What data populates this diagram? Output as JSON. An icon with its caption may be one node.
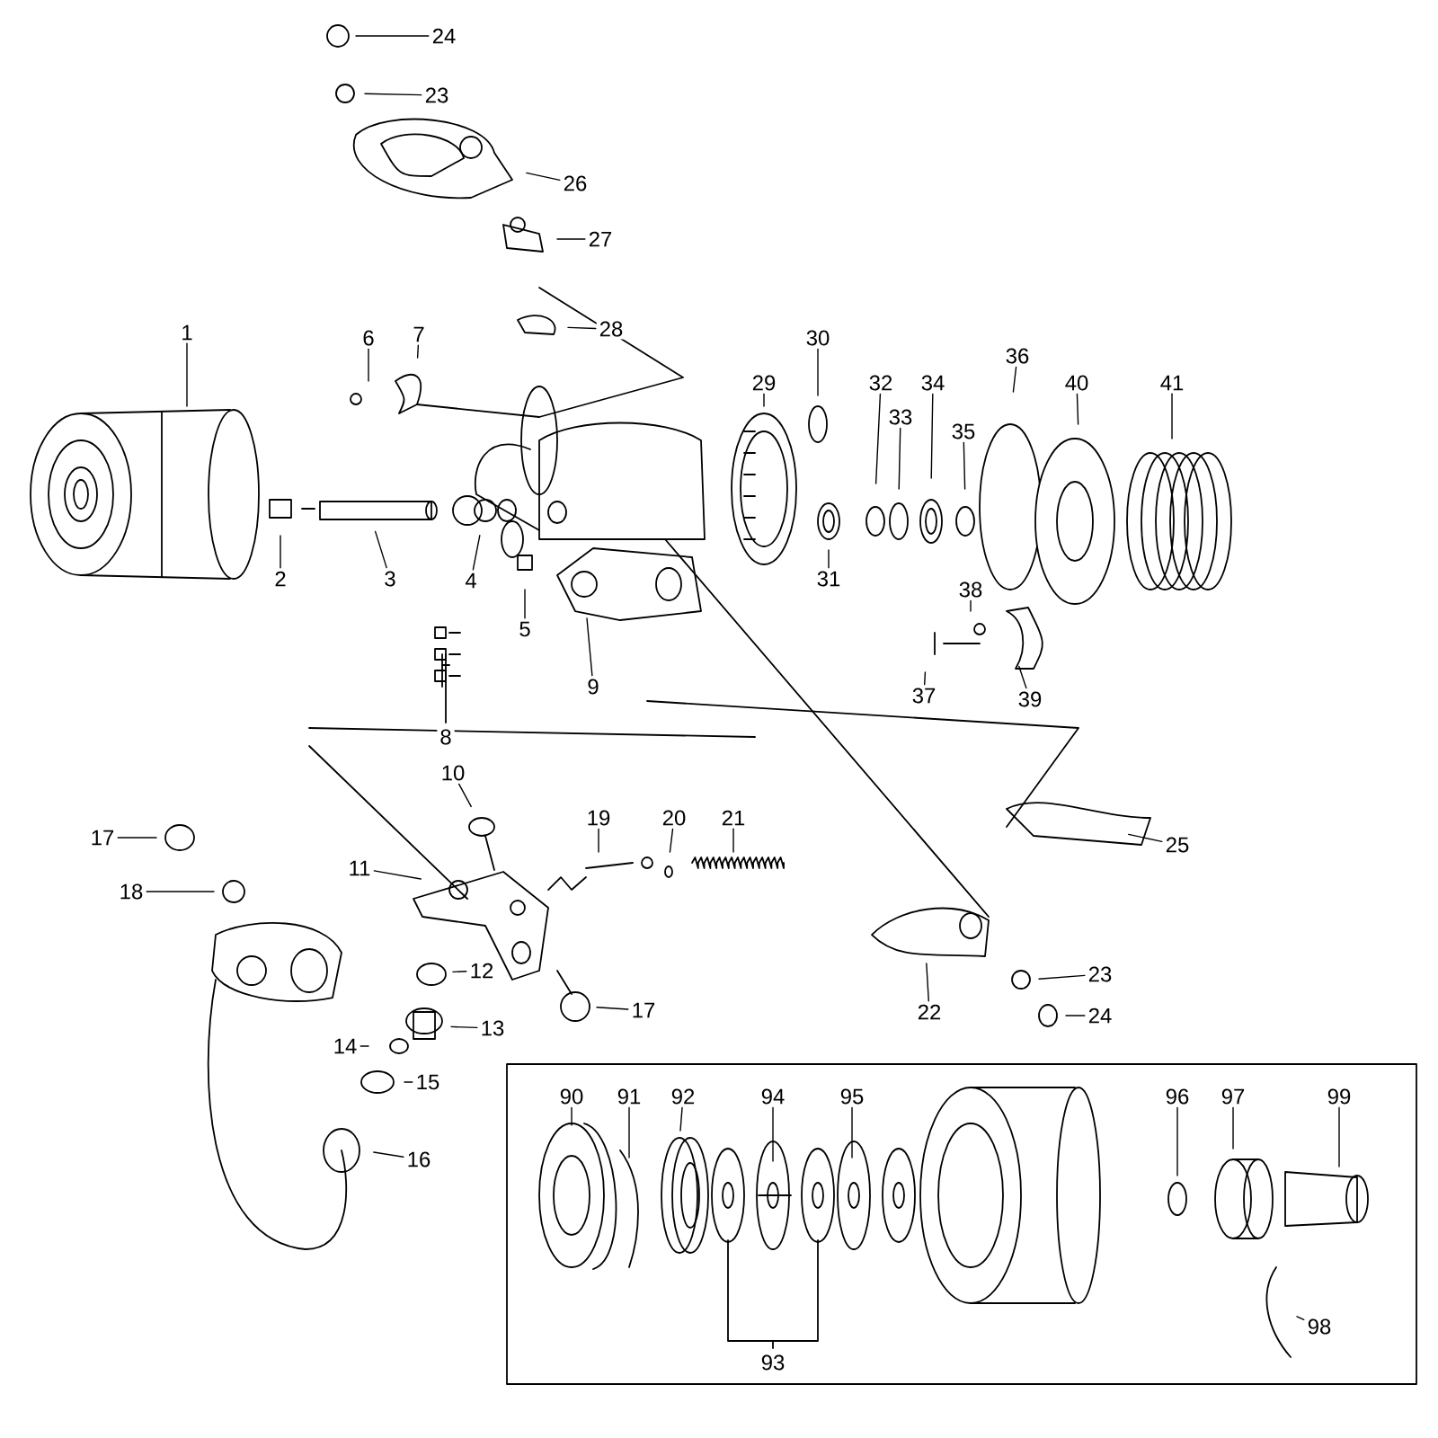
{
  "diagram": {
    "nodes": [
      {
        "text": [
          "24"
        ]
      },
      {
        "text": [
          "23"
        ]
      },
      {
        "text": [
          "26"
        ]
      },
      {
        "text": [
          "27"
        ]
      },
      {
        "text": [
          "28"
        ]
      },
      {
        "text": [
          "1"
        ]
      },
      {
        "text": [
          "6"
        ]
      },
      {
        "text": [
          "7"
        ]
      },
      {
        "text": [
          "30"
        ]
      },
      {
        "text": [
          "29"
        ]
      },
      {
        "text": [
          "32"
        ]
      },
      {
        "text": [
          "33"
        ]
      },
      {
        "text": [
          "34"
        ]
      },
      {
        "text": [
          "35"
        ]
      },
      {
        "text": [
          "36"
        ]
      },
      {
        "text": [
          "40"
        ]
      },
      {
        "text": [
          "41"
        ]
      },
      {
        "text": [
          "2"
        ]
      },
      {
        "text": [
          "3"
        ]
      },
      {
        "text": [
          "4"
        ]
      },
      {
        "text": [
          "5"
        ]
      },
      {
        "text": [
          "9"
        ]
      },
      {
        "text": [
          "31"
        ]
      },
      {
        "text": [
          "38"
        ]
      },
      {
        "text": [
          "37"
        ]
      },
      {
        "text": [
          "39"
        ]
      },
      {
        "text": [
          "10"
        ]
      },
      {
        "text": [
          "17"
        ]
      },
      {
        "text": [
          "18"
        ]
      },
      {
        "text": [
          "19"
        ]
      },
      {
        "text": [
          "20"
        ]
      },
      {
        "text": [
          "21"
        ]
      },
      {
        "text": [
          "25"
        ]
      },
      {
        "text": [
          "11"
        ]
      },
      {
        "text": [
          "12"
        ]
      },
      {
        "text": [
          "13"
        ]
      },
      {
        "text": [
          "14"
        ]
      },
      {
        "text": [
          "15"
        ]
      },
      {
        "text": [
          "16"
        ]
      },
      {
        "text": [
          "17"
        ]
      },
      {
        "text": [
          "22"
        ]
      },
      {
        "text": [
          "23"
        ]
      },
      {
        "text": [
          "24"
        ]
      },
      {
        "text": [
          "90"
        ]
      },
      {
        "text": [
          "91"
        ]
      },
      {
        "text": [
          "92"
        ]
      },
      {
        "text": [
          "94"
        ]
      },
      {
        "text": [
          "95"
        ]
      },
      {
        "text": [
          "96"
        ]
      },
      {
        "text": [
          "97"
        ]
      },
      {
        "text": [
          "99"
        ]
      },
      {
        "text": [
          "98"
        ]
      }
    ],
    "edges": [
      {
        "from": 0,
        "to": null,
        "arrow": "none"
      },
      {
        "from": 1,
        "to": null,
        "arrow": "none"
      },
      {
        "from": 2,
        "to": null,
        "arrow": "none"
      },
      {
        "from": 3,
        "to": null,
        "arrow": "none"
      },
      {
        "from": 4,
        "to": null,
        "arrow": "none"
      },
      {
        "from": 5,
        "to": null,
        "arrow": "none"
      },
      {
        "from": 6,
        "to": null,
        "arrow": "none"
      },
      {
        "from": 7,
        "to": null,
        "arrow": "none"
      },
      {
        "from": 8,
        "to": null,
        "arrow": "none"
      },
      {
        "from": 9,
        "to": null,
        "arrow": "none"
      },
      {
        "from": 10,
        "to": null,
        "arrow": "none"
      },
      {
        "from": 11,
        "to": null,
        "arrow": "none"
      },
      {
        "from": 12,
        "to": null,
        "arrow": "none"
      },
      {
        "from": 13,
        "to": null,
        "arrow": "none"
      },
      {
        "from": 14,
        "to": null,
        "arrow": "none"
      },
      {
        "from": 15,
        "to": null,
        "arrow": "none"
      },
      {
        "from": 16,
        "to": null,
        "arrow": "none"
      },
      {
        "from": 17,
        "to": null,
        "arrow": "none"
      },
      {
        "from": 18,
        "to": null,
        "arrow": "none"
      },
      {
        "from": 19,
        "to": null,
        "arrow": "none"
      },
      {
        "from": 20,
        "to": null,
        "arrow": "none"
      },
      {
        "from": 21,
        "to": null,
        "arrow": "none"
      },
      {
        "from": 22,
        "to": null,
        "arrow": "none"
      },
      {
        "from": 23,
        "to": null,
        "arrow": "none"
      },
      {
        "from": 24,
        "to": null,
        "arrow": "none"
      },
      {
        "from": 25,
        "to": null,
        "arrow": "none"
      },
      {
        "from": 26,
        "to": null,
        "arrow": "none"
      },
      {
        "from": 27,
        "to": null,
        "arrow": "none"
      },
      {
        "from": 28,
        "to": null,
        "arrow": "none"
      },
      {
        "from": 29,
        "to": null,
        "arrow": "none"
      },
      {
        "from": 30,
        "to": null,
        "arrow": "none"
      },
      {
        "from": 31,
        "to": null,
        "arrow": "none"
      },
      {
        "from": 32,
        "to": null,
        "arrow": "none"
      },
      {
        "from": 33,
        "to": null,
        "arrow": "none"
      },
      {
        "from": 34,
        "to": null,
        "arrow": "none"
      },
      {
        "from": 35,
        "to": null,
        "arrow": "none"
      },
      {
        "from": 36,
        "to": null,
        "arrow": "none"
      },
      {
        "from": 37,
        "to": null,
        "arrow": "none"
      },
      {
        "from": 38,
        "to": null,
        "arrow": "none"
      },
      {
        "from": 39,
        "to": null,
        "arrow": "none"
      },
      {
        "from": 40,
        "to": null,
        "arrow": "none"
      },
      {
        "from": 41,
        "to": null,
        "arrow": "none"
      },
      {
        "from": 42,
        "to": null,
        "arrow": "none"
      },
      {
        "from": 43,
        "to": null,
        "arrow": "none"
      },
      {
        "from": 44,
        "to": null,
        "arrow": "none"
      },
      {
        "from": 45,
        "to": null,
        "arrow": "none"
      },
      {
        "from": 46,
        "to": null,
        "arrow": "none"
      },
      {
        "from": 47,
        "to": null,
        "arrow": "none"
      },
      {
        "from": 48,
        "to": null,
        "arrow": "none"
      },
      {
        "from": 49,
        "to": null,
        "arrow": "none"
      },
      {
        "from": 50,
        "to": null,
        "arrow": "none"
      },
      {
        "from": 51,
        "to": null,
        "arrow": "none"
      }
    ],
    "labels": [
      "8",
      "93"
    ]
  }
}
